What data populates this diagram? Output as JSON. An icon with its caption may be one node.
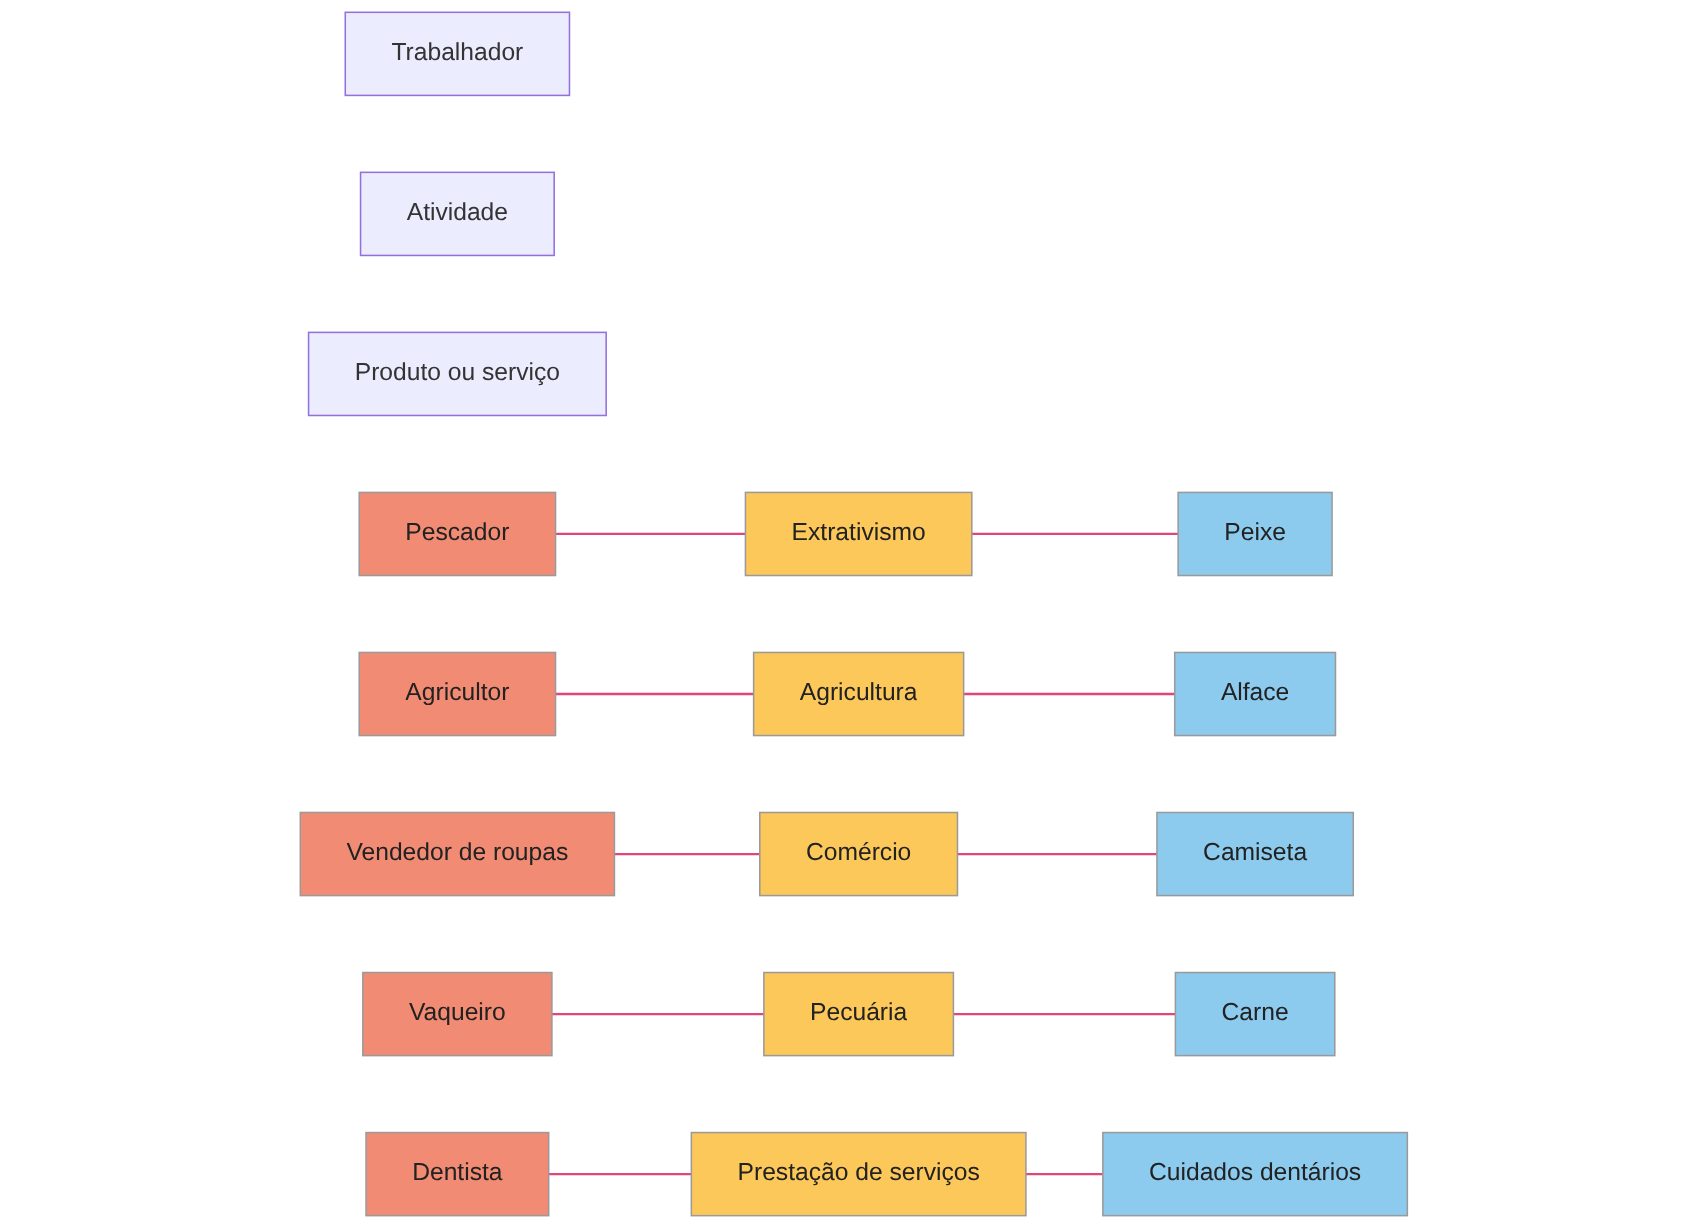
{
  "diagram": {
    "nodes": [
      {
        "text": [
          "Trabalhador"
        ]
      },
      {
        "text": [
          "Atividade"
        ]
      },
      {
        "text": [
          "Produto ou serviço"
        ]
      },
      {
        "text": [
          "Pescador"
        ]
      },
      {
        "text": [
          "Extrativismo"
        ]
      },
      {
        "text": [
          "Alface"
        ]
      },
      {
        "text": [
          "Agricultor"
        ]
      },
      {
        "text": [
          "Agricultura"
        ]
      },
      {
        "text": [
          "Peixe"
        ]
      },
      {
        "text": [
          "Vendedor de roupas"
        ]
      },
      {
        "text": [
          "Pecuária"
        ]
      },
      {
        "text": [
          "Carne"
        ]
      },
      {
        "text": [
          "Vaqueiro"
        ]
      },
      {
        "text": [
          "Comércio"
        ]
      },
      {
        "text": [
          "Camiseta"
        ]
      },
      {
        "text": [
          "Dentista"
        ]
      },
      {
        "text": [
          "Prestação de serviços"
        ]
      },
      {
        "text": [
          "Cuidados dentários"
        ]
      }
    ],
    "edges": [
      {
        "from": 3,
        "to": 4,
        "arrow": "none"
      },
      {
        "from": 4,
        "to": 8,
        "arrow": "none"
      },
      {
        "from": 6,
        "to": 7,
        "arrow": "none"
      },
      {
        "from": 7,
        "to": 5,
        "arrow": "none"
      },
      {
        "from": 9,
        "to": 13,
        "arrow": "none"
      },
      {
        "from": 12,
        "to": 10,
        "arrow": "none"
      },
      {
        "from": 10,
        "to": 11,
        "arrow": "none"
      },
      {
        "from": 13,
        "to": 14,
        "arrow": "none"
      },
      {
        "from": 15,
        "to": 16,
        "arrow": "none"
      },
      {
        "from": 16,
        "to": 17,
        "arrow": "none"
      }
    ]
  }
}
